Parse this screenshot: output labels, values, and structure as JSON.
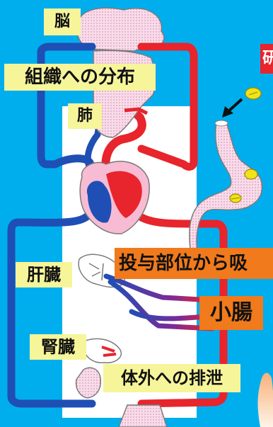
{
  "labels": {
    "brain": "脳",
    "tissue_distribution": "組織への分布",
    "lung": "肺",
    "top_right_fragment": "研",
    "liver": "肝臓",
    "absorption": "投与部位から吸",
    "small_intestine": "小腸",
    "kidney": "腎臓",
    "excretion": "体外への排泄"
  },
  "colors": {
    "background": "#00aeee",
    "artery": "#e8242c",
    "vein": "#1f4fb4",
    "organ_fill": "#f7d4e4",
    "organ_outline": "#7a7a7a",
    "label_yellow": "#f6f59a",
    "label_orange": "#f07a1c",
    "pill_yellow": "#f2e21a"
  },
  "icons": [
    "pill-icon",
    "arrow-icon"
  ]
}
